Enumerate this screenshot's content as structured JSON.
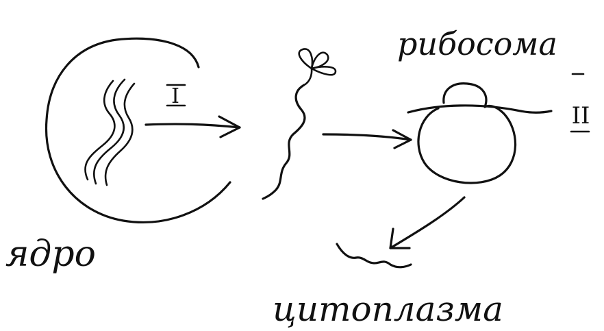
{
  "labels": {
    "nucleus": "ядро",
    "ribosome": "рибосома",
    "cytoplasm": "цитоплазма",
    "stage_1": "I",
    "stage_2": "II"
  },
  "colors": {
    "ink": "#111111",
    "background": "#ffffff"
  }
}
